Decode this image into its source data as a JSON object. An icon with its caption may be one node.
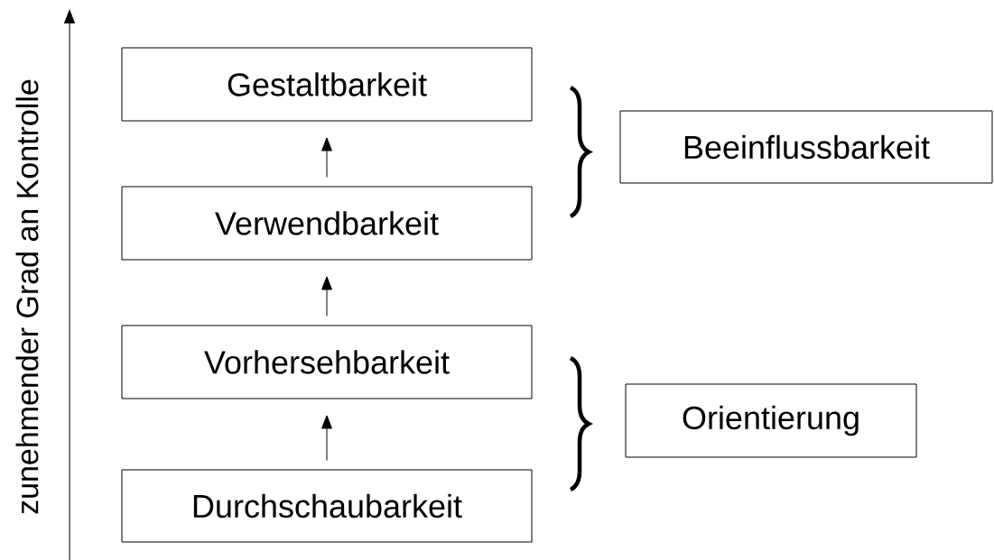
{
  "diagram": {
    "nodes": [
      {
        "text": [
          "Gestaltbarkeit"
        ]
      },
      {
        "text": [
          "Verwendbarkeit"
        ]
      },
      {
        "text": [
          "Vorhersehbarkeit"
        ]
      },
      {
        "text": [
          "Durchschaubarkeit"
        ]
      },
      {
        "text": [
          "Beeinflussbarkeit"
        ]
      },
      {
        "text": [
          "Orientierung"
        ]
      }
    ],
    "edges": [
      {
        "from": 3,
        "to": 2,
        "arrow": "to"
      },
      {
        "from": 2,
        "to": 1,
        "arrow": "to"
      },
      {
        "from": 1,
        "to": 0,
        "arrow": "to"
      }
    ],
    "labels": [
      "zunehmender Grad an Kontrolle"
    ]
  }
}
